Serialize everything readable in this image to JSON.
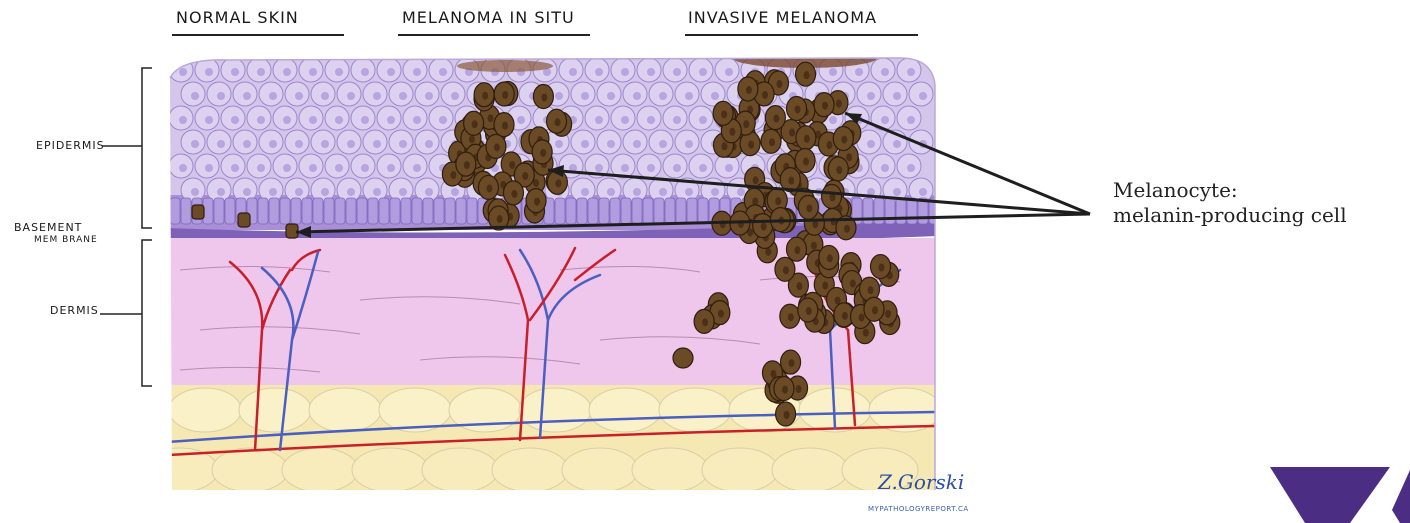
{
  "columns": [
    {
      "label": "NORMAL SKIN"
    },
    {
      "label": "MELANOMA IN SITU"
    },
    {
      "label": "INVASIVE MELANOMA"
    }
  ],
  "layers": {
    "epidermis": "EPIDERMIS",
    "basement_line1": "BASEMENT",
    "basement_line2": "MEM BRANE",
    "dermis": "DERMIS"
  },
  "callout": {
    "line1": "Melanocyte:",
    "line2": "melanin-producing cell"
  },
  "credit": {
    "signature": "Z.Gorski",
    "site": "MYPATHOLOGYREPORT.CA"
  },
  "colors": {
    "melanocyte": "#6b4a26",
    "artery": "#c8202a",
    "vein": "#4a5fc0",
    "epidermis": "#cdbfe6",
    "dermis": "#edc4ea",
    "fat": "#f4e6a8",
    "logo": "#4b2e83"
  }
}
